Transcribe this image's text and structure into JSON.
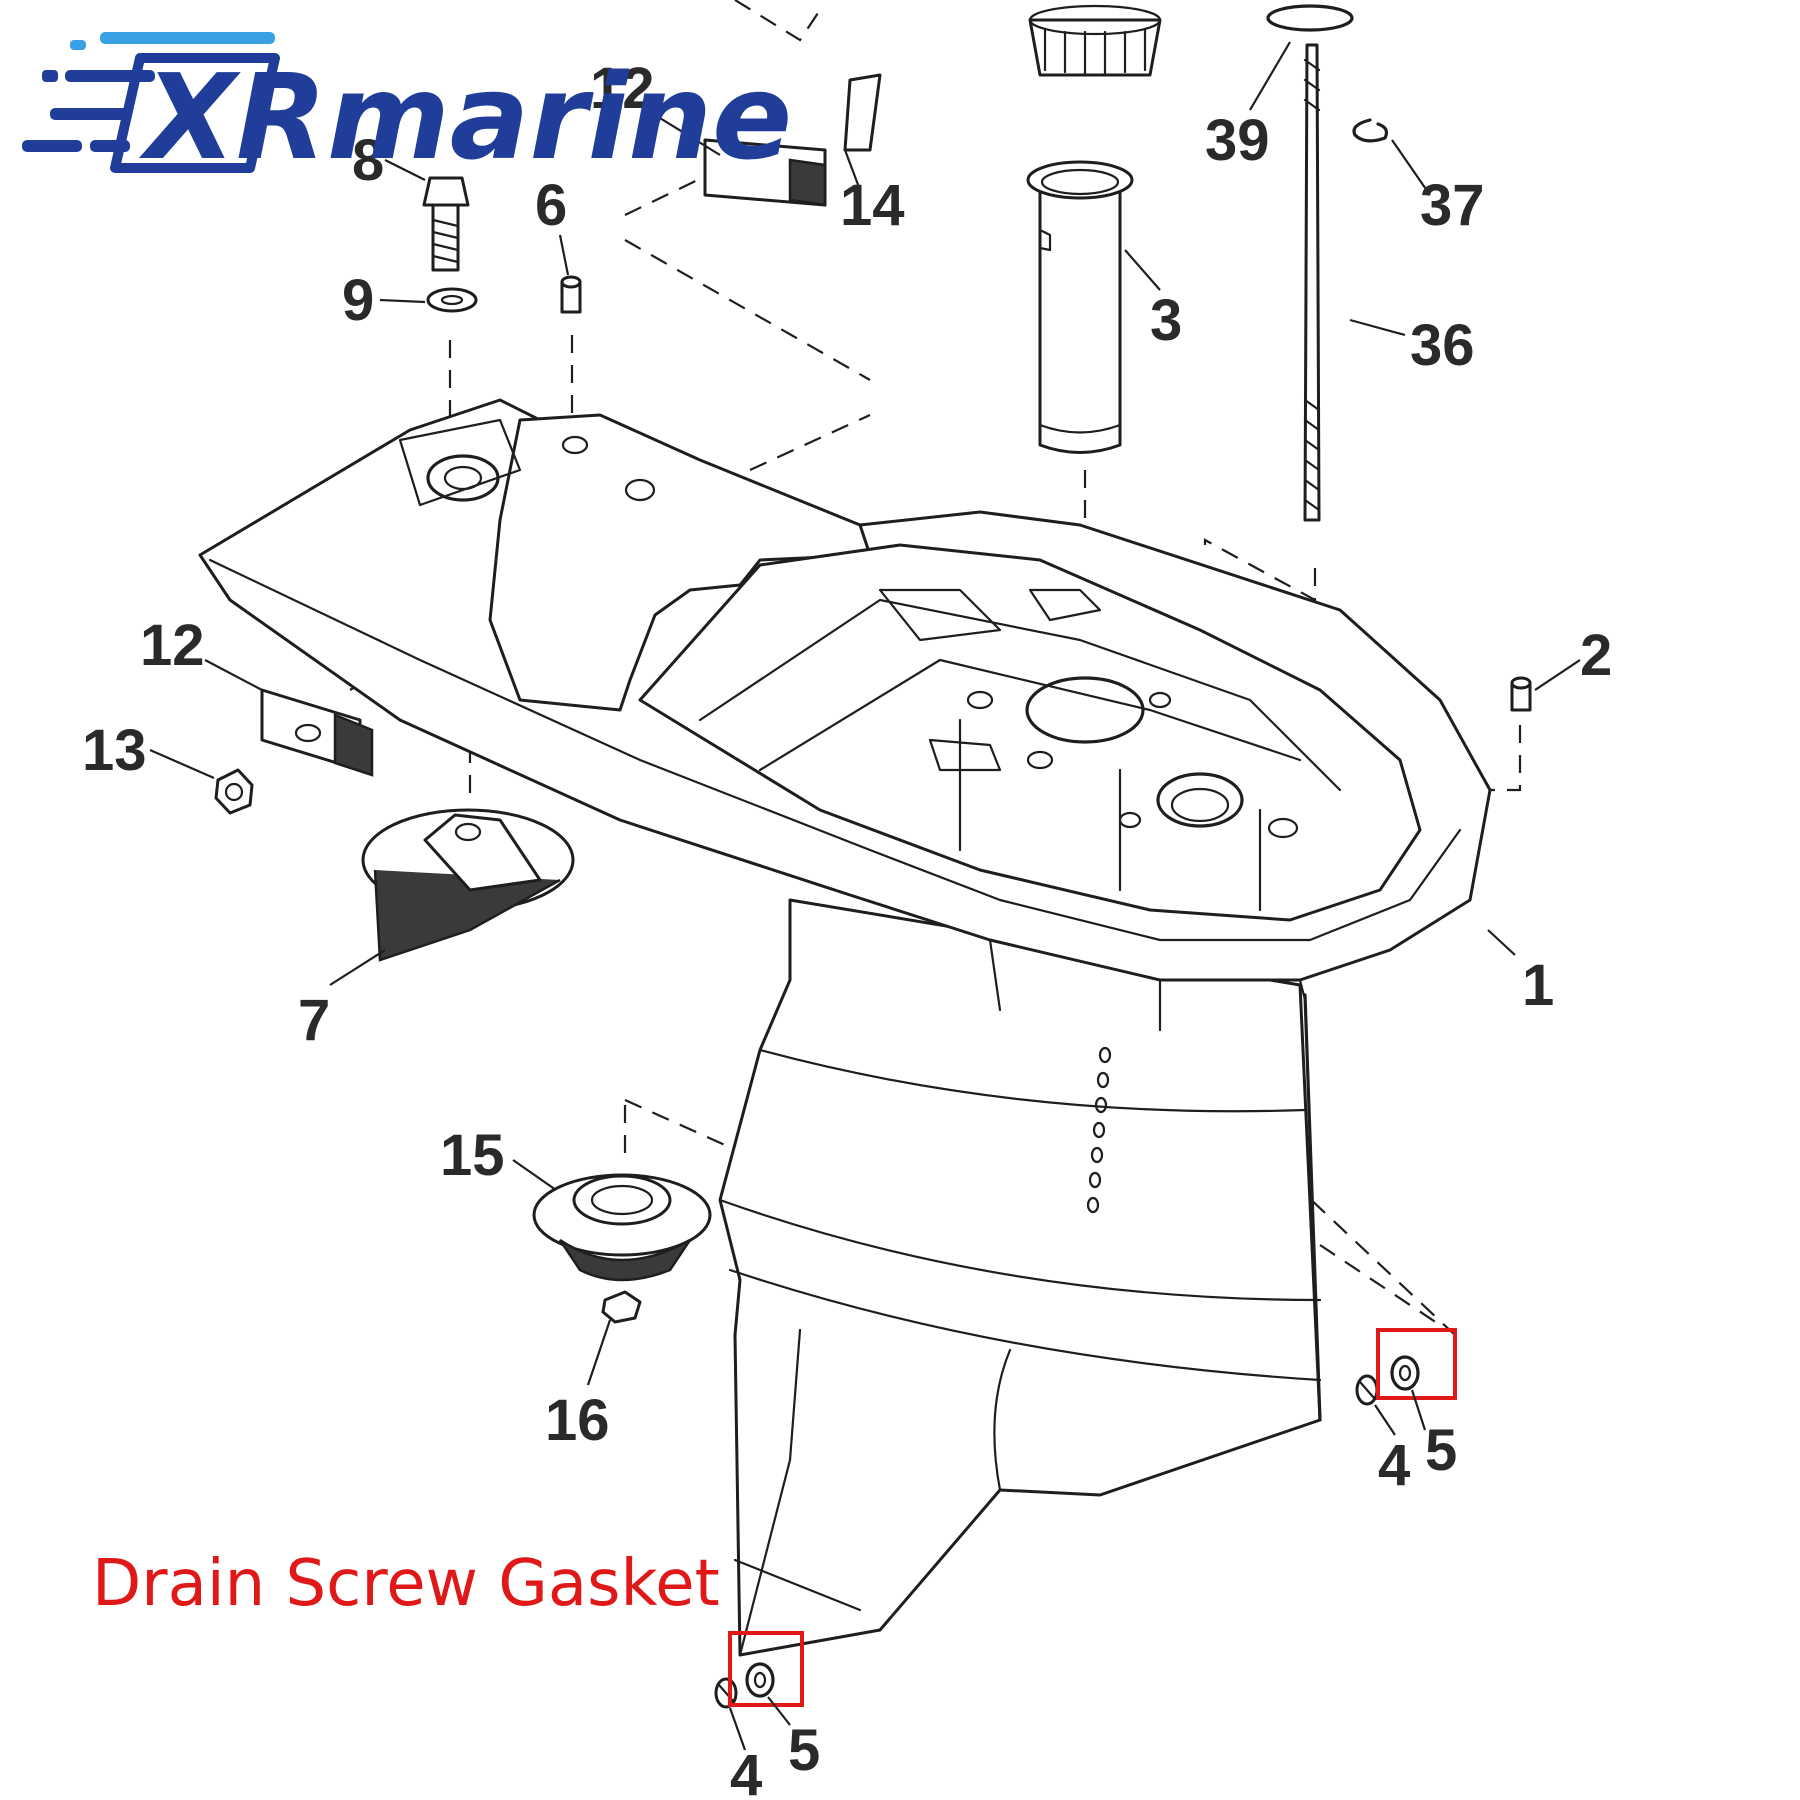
{
  "logo": {
    "text": "XRmarine",
    "brand_color": "#1f3d99",
    "accent_color": "#3aa0e6"
  },
  "callout": {
    "text": "Drain Screw Gasket",
    "color": "#e01818"
  },
  "part_labels": [
    {
      "id": "p12a",
      "text": "12"
    },
    {
      "id": "p8",
      "text": "8"
    },
    {
      "id": "p14",
      "text": "14"
    },
    {
      "id": "p6",
      "text": "6"
    },
    {
      "id": "p9",
      "text": "9"
    },
    {
      "id": "p39",
      "text": "39"
    },
    {
      "id": "p37",
      "text": "37"
    },
    {
      "id": "p3",
      "text": "3"
    },
    {
      "id": "p36",
      "text": "36"
    },
    {
      "id": "p12b",
      "text": "12"
    },
    {
      "id": "p13",
      "text": "13"
    },
    {
      "id": "p2",
      "text": "2"
    },
    {
      "id": "p7",
      "text": "7"
    },
    {
      "id": "p1",
      "text": "1"
    },
    {
      "id": "p15",
      "text": "15"
    },
    {
      "id": "p16",
      "text": "16"
    },
    {
      "id": "p4a",
      "text": "4"
    },
    {
      "id": "p5a",
      "text": "5"
    },
    {
      "id": "p4b",
      "text": "4"
    },
    {
      "id": "p5b",
      "text": "5"
    }
  ]
}
